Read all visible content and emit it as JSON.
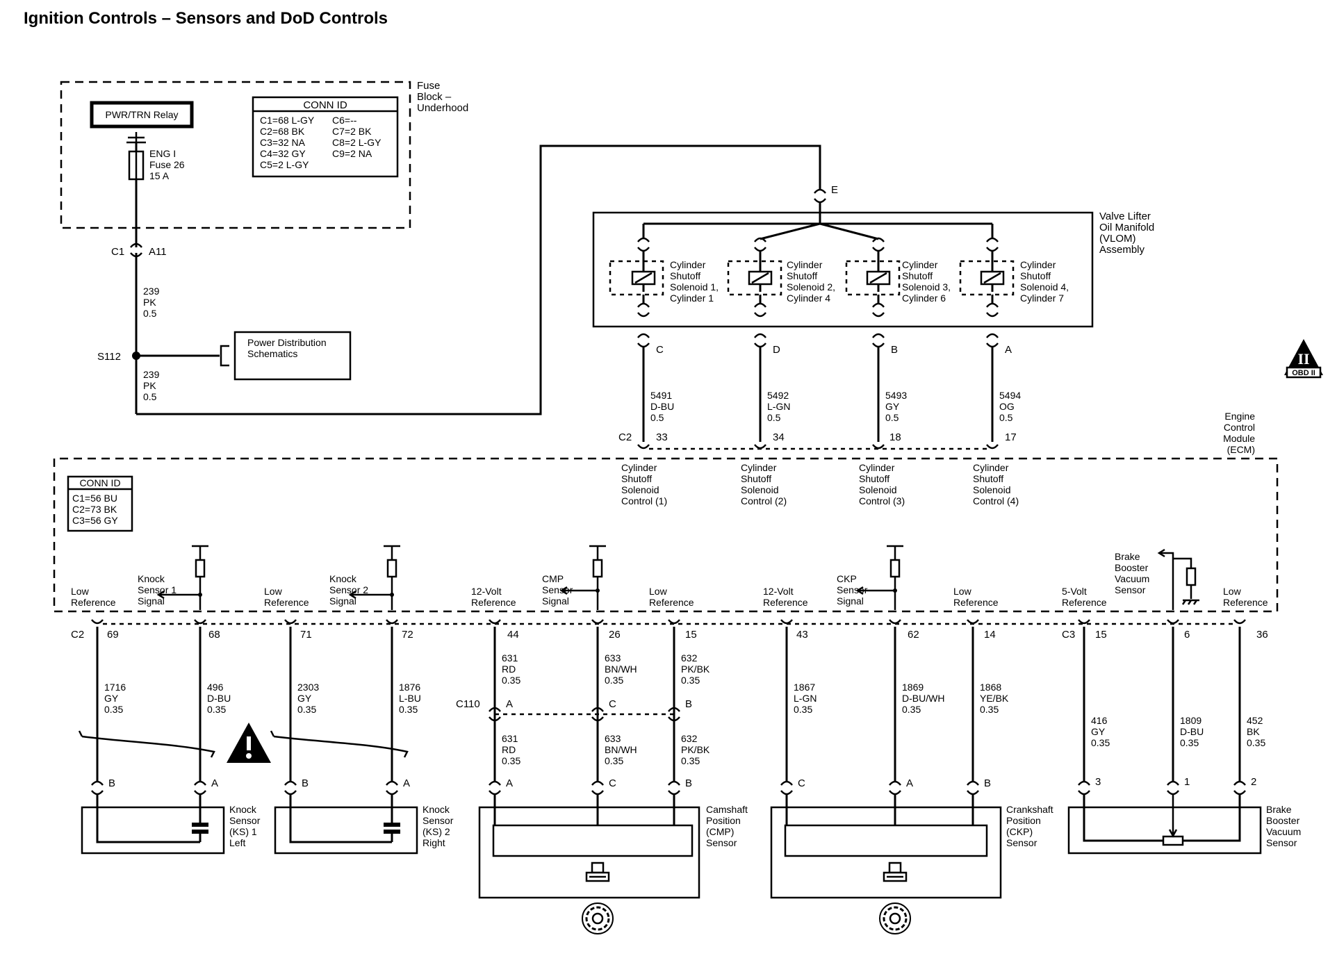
{
  "title": "Ignition Controls – Sensors and DoD Controls",
  "fuse_block": {
    "name_lines": [
      "Fuse",
      "Block –",
      "Underhood"
    ],
    "relay": "PWR/TRN Relay",
    "fuse_lines": [
      "ENG I",
      "Fuse 26",
      "15 A"
    ],
    "conn_title": "CONN ID",
    "conn_left": [
      "C1=68 L-GY",
      "C2=68 BK",
      "C3=32 NA",
      "C4=32 GY",
      "C5=2 L-GY"
    ],
    "conn_right": [
      "C6=--",
      "C7=2 BK",
      "C8=2 L-GY",
      "C9=2 NA"
    ],
    "connector": "C1",
    "pin": "A11"
  },
  "feed_wire_1": [
    "239",
    "PK",
    "0.5"
  ],
  "splice": "S112",
  "feed_wire_2": [
    "239",
    "PK",
    "0.5"
  ],
  "power_dist_lines": [
    "Power Distribution",
    "Schematics"
  ],
  "vlom": {
    "name_lines": [
      "Valve Lifter",
      "Oil Manifold",
      "(VLOM)",
      "Assembly"
    ],
    "input_pin": "E",
    "solenoids": [
      {
        "lines": [
          "Cylinder",
          "Shutoff",
          "Solenoid 1,",
          "Cylinder 1"
        ],
        "pin": "C",
        "wire": [
          "5491",
          "D-BU",
          "0.5"
        ],
        "ecm_pin": "33",
        "control": [
          "Cylinder",
          "Shutoff",
          "Solenoid",
          "Control (1)"
        ]
      },
      {
        "lines": [
          "Cylinder",
          "Shutoff",
          "Solenoid 2,",
          "Cylinder 4"
        ],
        "pin": "D",
        "wire": [
          "5492",
          "L-GN",
          "0.5"
        ],
        "ecm_pin": "34",
        "control": [
          "Cylinder",
          "Shutoff",
          "Solenoid",
          "Control (2)"
        ]
      },
      {
        "lines": [
          "Cylinder",
          "Shutoff",
          "Solenoid 3,",
          "Cylinder 6"
        ],
        "pin": "B",
        "wire": [
          "5493",
          "GY",
          "0.5"
        ],
        "ecm_pin": "18",
        "control": [
          "Cylinder",
          "Shutoff",
          "Solenoid",
          "Control (3)"
        ]
      },
      {
        "lines": [
          "Cylinder",
          "Shutoff",
          "Solenoid 4,",
          "Cylinder 7"
        ],
        "pin": "A",
        "wire": [
          "5494",
          "OG",
          "0.5"
        ],
        "ecm_pin": "17",
        "control": [
          "Cylinder",
          "Shutoff",
          "Solenoid",
          "Control (4)"
        ]
      }
    ],
    "ecm_conn": "C2"
  },
  "obd_badge": {
    "glyph": "II",
    "label": "OBD II"
  },
  "ecm": {
    "name_lines": [
      "Engine",
      "Control",
      "Module",
      "(ECM)"
    ],
    "conn_title": "CONN ID",
    "conn_lines": [
      "C1=56 BU",
      "C2=73 BK",
      "C3=56 GY"
    ]
  },
  "ecm_labels": {
    "ks1_low": [
      "Low",
      "Reference"
    ],
    "ks1_sig": [
      "Knock",
      "Sensor 1",
      "Signal"
    ],
    "ks2_low": [
      "Low",
      "Reference"
    ],
    "ks2_sig": [
      "Knock",
      "Sensor 2",
      "Signal"
    ],
    "cmp_12v": [
      "12-Volt",
      "Reference"
    ],
    "cmp_sig": [
      "CMP",
      "Sensor",
      "Signal"
    ],
    "cmp_low": [
      "Low",
      "Reference"
    ],
    "ckp_12v": [
      "12-Volt",
      "Reference"
    ],
    "ckp_sig": [
      "CKP",
      "Sensor",
      "Signal"
    ],
    "ckp_low": [
      "Low",
      "Reference"
    ],
    "bbv_5v": [
      "5-Volt",
      "Reference"
    ],
    "bbv_sig": [
      "Brake",
      "Booster",
      "Vacuum",
      "Sensor"
    ],
    "bbv_low": [
      "Low",
      "Reference"
    ]
  },
  "bottom_conns": {
    "c2": "C2",
    "c3": "C3",
    "c110": "C110"
  },
  "ks1": {
    "pin_low": "69",
    "pin_sig": "68",
    "wire_low": [
      "1716",
      "GY",
      "0.35"
    ],
    "wire_sig": [
      "496",
      "D-BU",
      "0.35"
    ],
    "pin_b": "B",
    "pin_a": "A",
    "name_lines": [
      "Knock",
      "Sensor",
      "(KS) 1",
      "Left"
    ]
  },
  "ks2": {
    "pin_low": "71",
    "pin_sig": "72",
    "wire_low": [
      "2303",
      "GY",
      "0.35"
    ],
    "wire_sig": [
      "1876",
      "L-BU",
      "0.35"
    ],
    "pin_b": "B",
    "pin_a": "A",
    "name_lines": [
      "Knock",
      "Sensor",
      "(KS) 2",
      "Right"
    ]
  },
  "cmp": {
    "pins": [
      "44",
      "26",
      "15"
    ],
    "wires_top": [
      [
        "631",
        "RD",
        "0.35"
      ],
      [
        "633",
        "BN/WH",
        "0.35"
      ],
      [
        "632",
        "PK/BK",
        "0.35"
      ]
    ],
    "c110_pins": [
      "A",
      "C",
      "B"
    ],
    "wires_bot": [
      [
        "631",
        "RD",
        "0.35"
      ],
      [
        "633",
        "BN/WH",
        "0.35"
      ],
      [
        "632",
        "PK/BK",
        "0.35"
      ]
    ],
    "sensor_pins": [
      "A",
      "C",
      "B"
    ],
    "name_lines": [
      "Camshaft",
      "Position",
      "(CMP)",
      "Sensor"
    ]
  },
  "ckp": {
    "pins": [
      "43",
      "62",
      "14"
    ],
    "wires": [
      [
        "1867",
        "L-GN",
        "0.35"
      ],
      [
        "1869",
        "D-BU/WH",
        "0.35"
      ],
      [
        "1868",
        "YE/BK",
        "0.35"
      ]
    ],
    "sensor_pins": [
      "C",
      "A",
      "B"
    ],
    "name_lines": [
      "Crankshaft",
      "Position",
      "(CKP)",
      "Sensor"
    ]
  },
  "bbv": {
    "pins": [
      "15",
      "6",
      "36"
    ],
    "wires": [
      [
        "416",
        "GY",
        "0.35"
      ],
      [
        "1809",
        "D-BU",
        "0.35"
      ],
      [
        "452",
        "BK",
        "0.35"
      ]
    ],
    "sensor_pins": [
      "3",
      "1",
      "2"
    ],
    "name_lines": [
      "Brake",
      "Booster",
      "Vacuum",
      "Sensor"
    ]
  },
  "icons": [
    "fuse-icon",
    "relay-icon",
    "solenoid-icon",
    "warning-icon",
    "gear-icon",
    "ground-icon",
    "obd-ii-icon",
    "capacitor-icon",
    "potentiometer-icon"
  ]
}
